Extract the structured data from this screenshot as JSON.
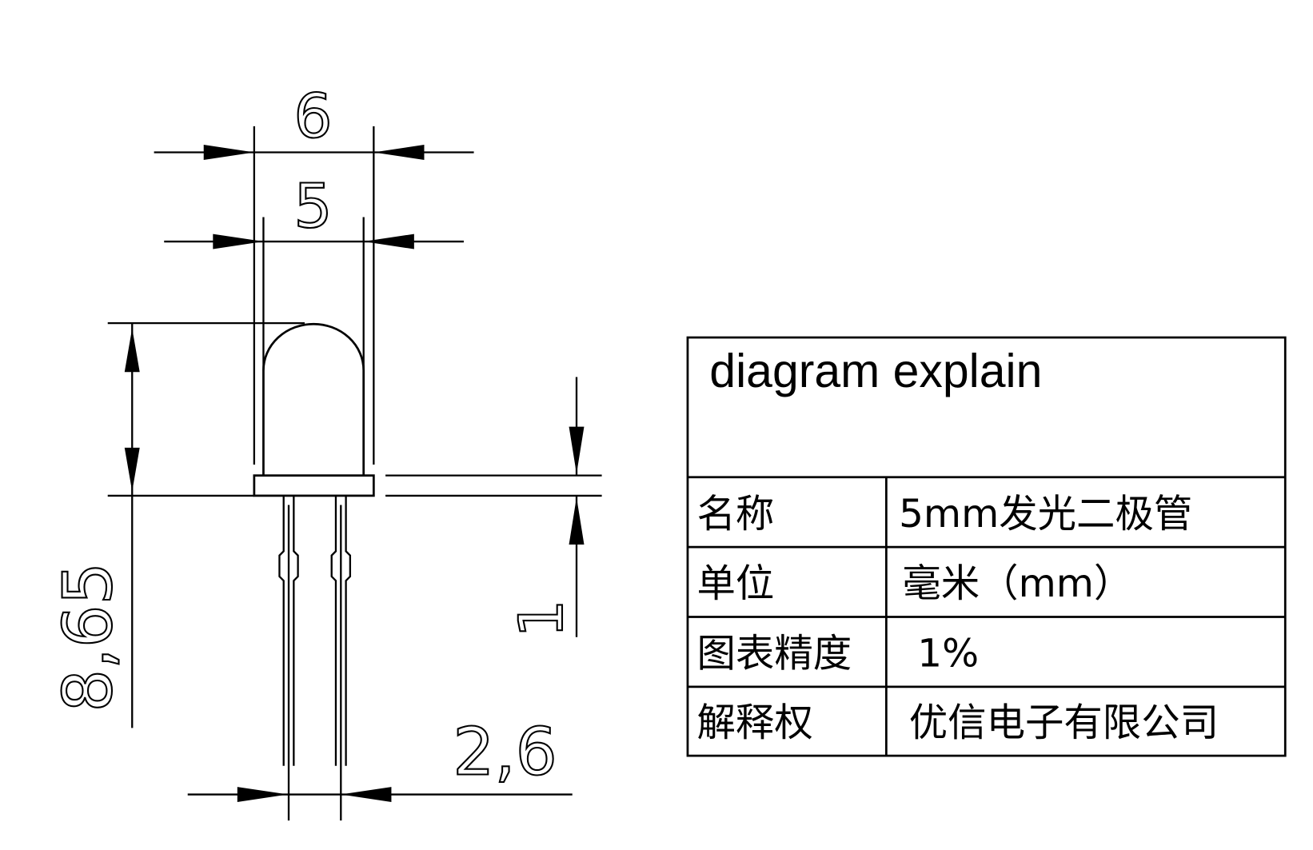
{
  "dimensions": {
    "overall_width": "6",
    "body_diameter": "5",
    "dome_height": "8,65",
    "flange_thickness": "1",
    "lead_spacing": "2,6"
  },
  "table": {
    "title": "diagram explain",
    "rows": [
      {
        "label": "名称",
        "value": "5mm发光二极管"
      },
      {
        "label": "单位",
        "value": "毫米（mm）"
      },
      {
        "label": "图表精度",
        "value": "1%"
      },
      {
        "label": "解释权",
        "value": "优信电子有限公司"
      }
    ]
  }
}
